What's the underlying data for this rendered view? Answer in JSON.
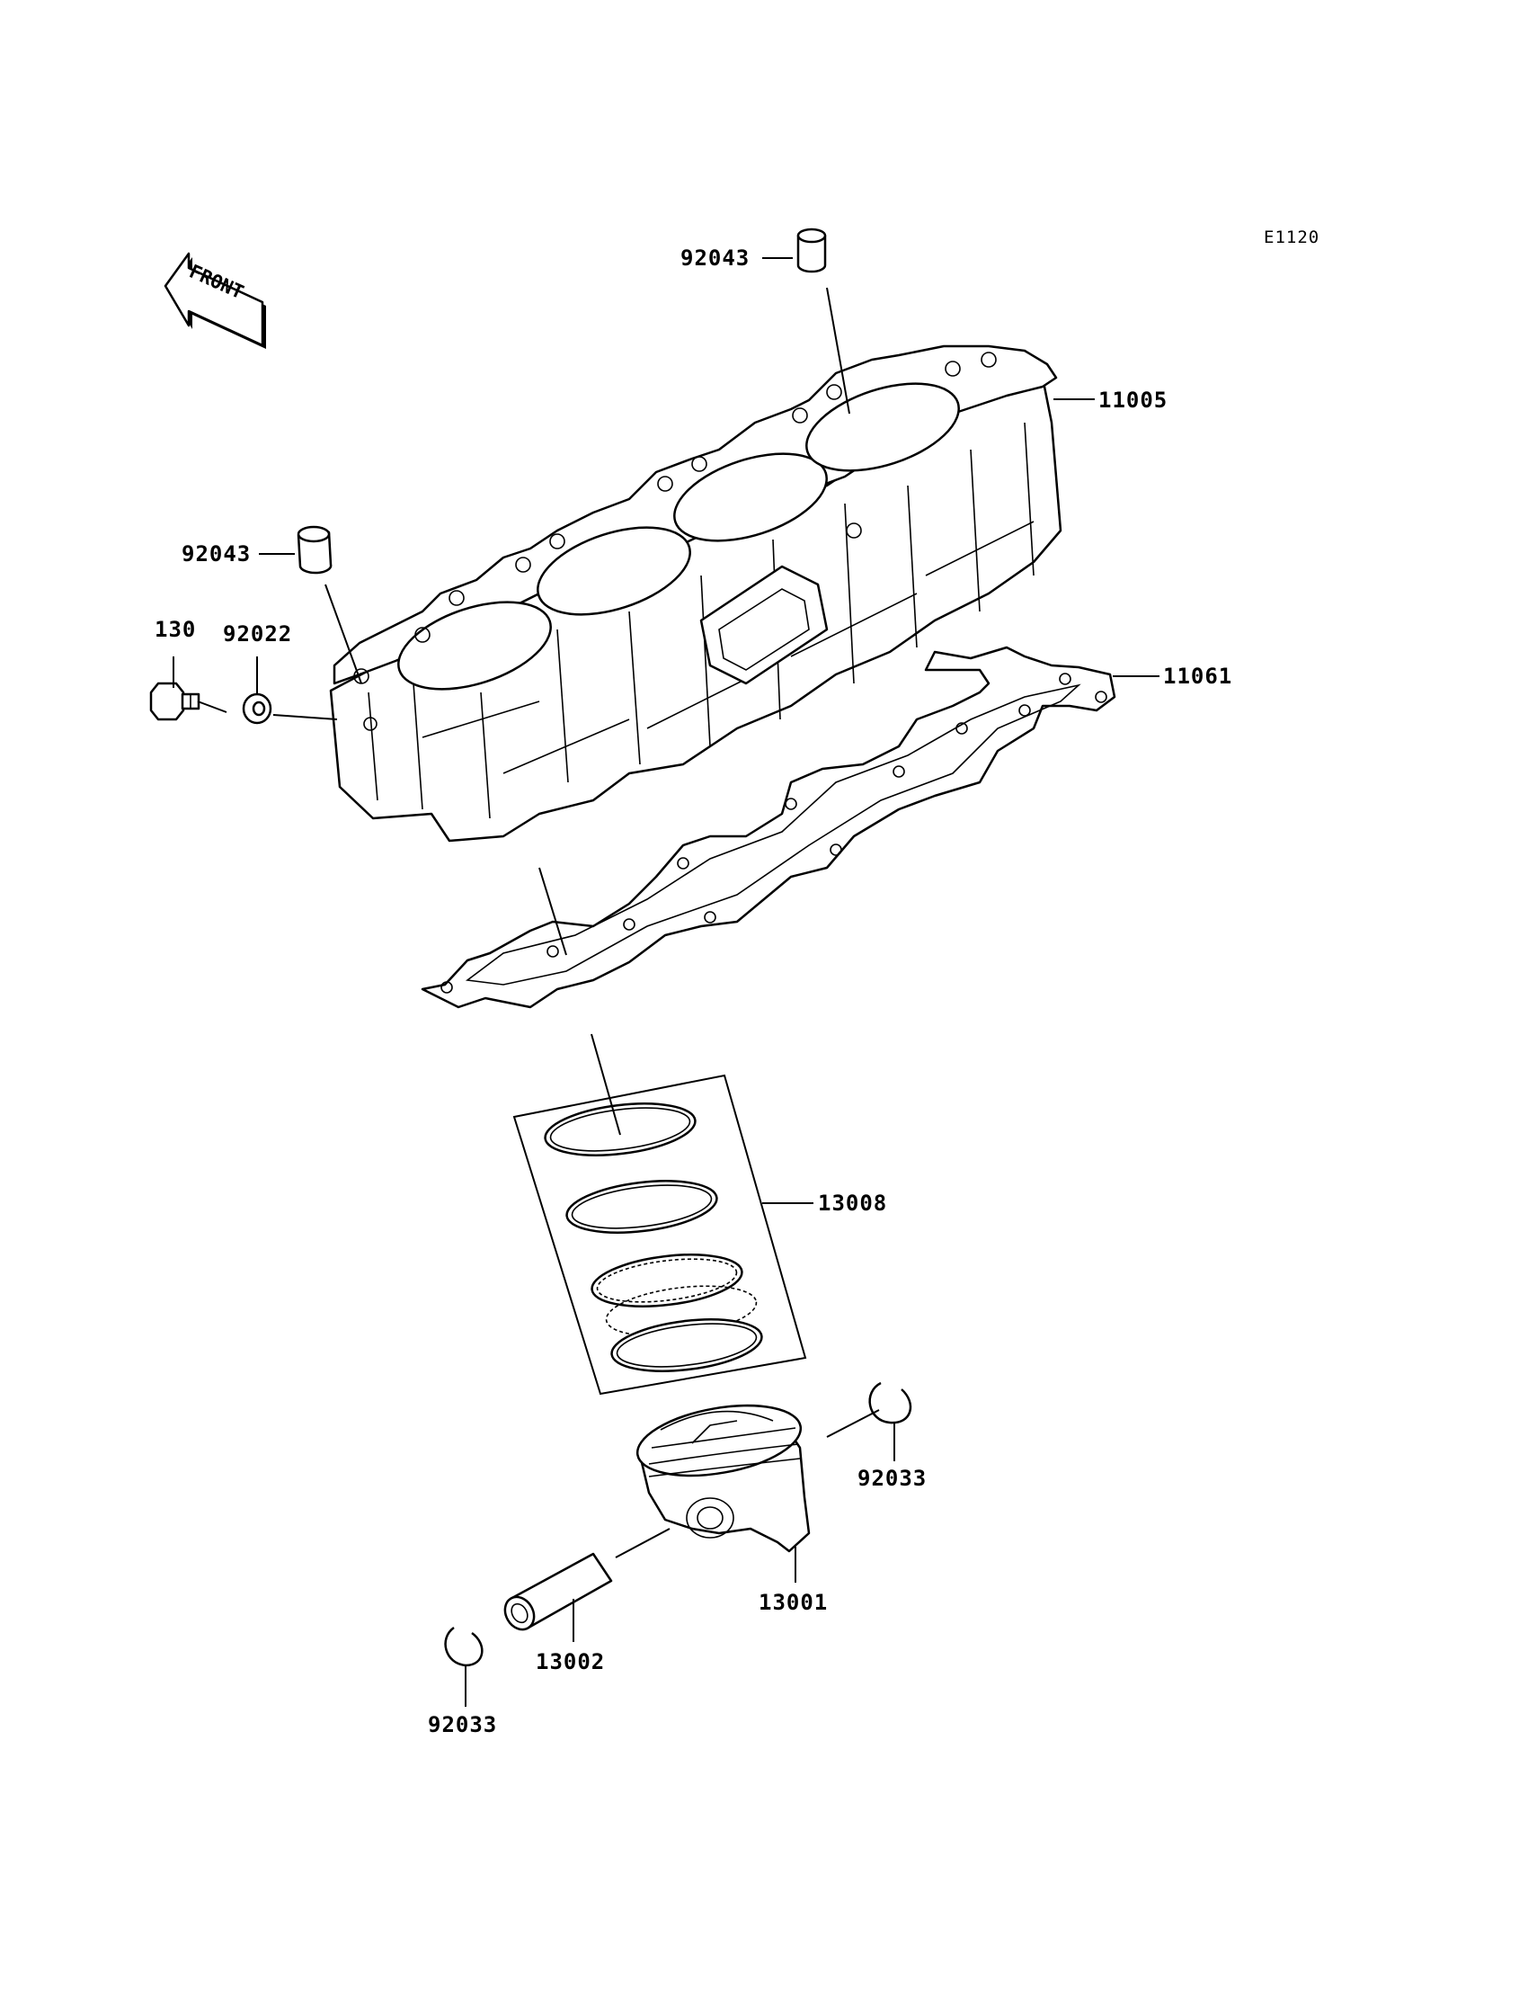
{
  "diagram_code": "E1120",
  "front_label": "FRONT",
  "parts": {
    "dowel_pin_top": "92043",
    "cylinder": "11005",
    "dowel_pin_left": "92043",
    "bolt": "130",
    "washer": "92022",
    "cylinder_gasket": "11061",
    "piston_ring_set": "13008",
    "snap_ring_right": "92033",
    "piston": "13001",
    "piston_pin": "13002",
    "snap_ring_left": "92033"
  }
}
